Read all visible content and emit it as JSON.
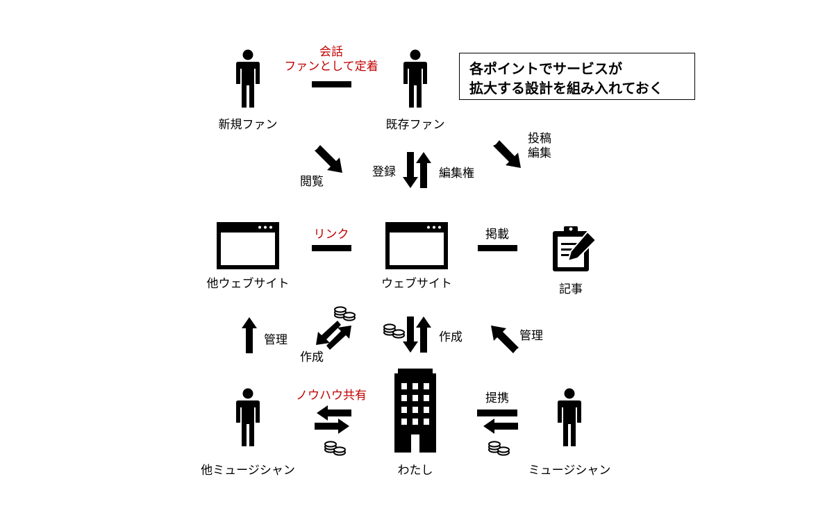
{
  "nodes": {
    "new_fan": "新規ファン",
    "existing_fan": "既存ファン",
    "other_website": "他ウェブサイト",
    "website": "ウェブサイト",
    "article": "記事",
    "other_musician": "他ミュージシャン",
    "me": "わたし",
    "musician": "ミュージシャン"
  },
  "relations": {
    "conversation_line1": "会話",
    "conversation_line2": "ファンとして定着",
    "link": "リンク",
    "knowhow": "ノウハウ共有",
    "publish": "掲載",
    "partner": "提携"
  },
  "arrows": {
    "browse": "閲覧",
    "register": "登録",
    "edit_rights": "編集権",
    "post_line1": "投稿",
    "post_line2": "編集",
    "manage_left": "管理",
    "create_left": "作成",
    "create_center": "作成",
    "manage_right": "管理"
  },
  "callout": {
    "line1": "各ポイントでサービスが",
    "line2": "拡大する設計を組み入れておく"
  },
  "colors": {
    "accent_red": "#c00000",
    "icon": "#000000"
  }
}
